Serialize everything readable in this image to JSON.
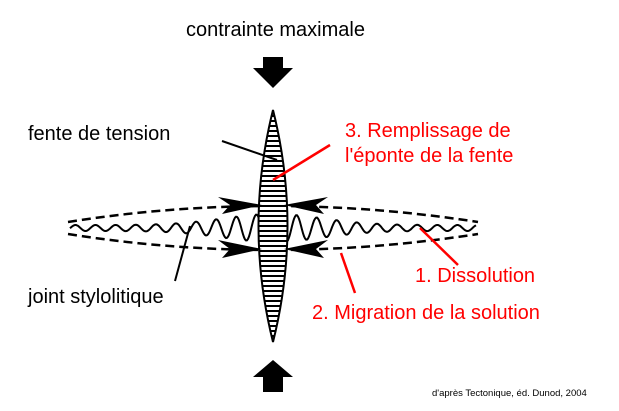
{
  "title": "contrainte maximale",
  "labels": {
    "fente": "fente de tension",
    "joint": "joint stylolitique",
    "remplissage_line1": "3. Remplissage de",
    "remplissage_line2": "l'éponte de la fente",
    "dissolution": "1. Dissolution",
    "migration": "2. Migration de la solution"
  },
  "credit": "d'après Tectonique, éd. Dunod, 2004",
  "colors": {
    "annotation": "#ff0000",
    "text": "#000000"
  }
}
